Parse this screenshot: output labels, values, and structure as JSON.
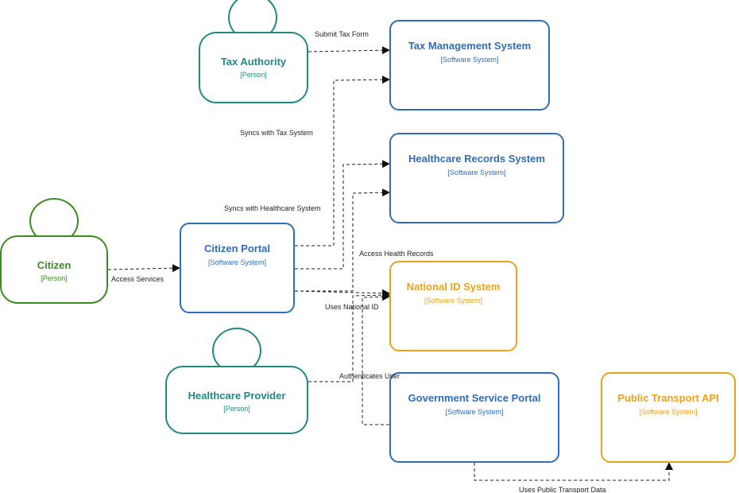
{
  "nodes": {
    "tax_authority": {
      "name": "Tax Authority",
      "type": "[Person]",
      "color": "#1f8a84"
    },
    "citizen": {
      "name": "Citizen",
      "type": "[Person]",
      "color": "#3a8c1e"
    },
    "healthcare_provider": {
      "name": "Healthcare Provider",
      "type": "[Person]",
      "color": "#1f8a84"
    },
    "citizen_portal": {
      "name": "Citizen Portal",
      "type": "[Software System]",
      "color": "#2f6dbb"
    },
    "tax_management": {
      "name": "Tax Management System",
      "type": "[Software System]",
      "color": "#2f6dbb"
    },
    "healthcare_records": {
      "name": "Healthcare Records System",
      "type": "[Software System]",
      "color": "#2f6dbb"
    },
    "national_id": {
      "name": "National ID System",
      "type": "[Software System]",
      "color": "#eaa21c"
    },
    "gov_service_portal": {
      "name": "Government Service Portal",
      "type": "[Software System]",
      "color": "#2f6dbb"
    },
    "public_transport_api": {
      "name": "Public Transport API",
      "type": "[Software System]",
      "color": "#eaa21c"
    }
  },
  "edges": [
    {
      "id": "submit_tax_form",
      "from": "tax_authority",
      "to": "tax_management",
      "label": "Submit Tax Form"
    },
    {
      "id": "syncs_tax",
      "from": "citizen_portal",
      "to": "tax_management",
      "label": "Syncs with Tax System"
    },
    {
      "id": "syncs_healthcare",
      "from": "citizen_portal",
      "to": "healthcare_records",
      "label": "Syncs with Healthcare System"
    },
    {
      "id": "access_health_records",
      "from": "citizen_portal",
      "to": "healthcare_records",
      "label": "Access Health Records"
    },
    {
      "id": "access_services",
      "from": "citizen",
      "to": "citizen_portal",
      "label": "Access Services"
    },
    {
      "id": "uses_national_id",
      "from": "citizen_portal",
      "to": "national_id",
      "label": "Uses National ID"
    },
    {
      "id": "authenticates_user",
      "from": "healthcare_provider",
      "to": "national_id",
      "label": "Authenticates User"
    },
    {
      "id": "gov_national_id",
      "from": "gov_service_portal",
      "to": "national_id",
      "label": ""
    },
    {
      "id": "uses_public_transport",
      "from": "gov_service_portal",
      "to": "public_transport_api",
      "label": "Uses Public Transport Data"
    }
  ],
  "colors": {
    "edge": "#222222"
  }
}
